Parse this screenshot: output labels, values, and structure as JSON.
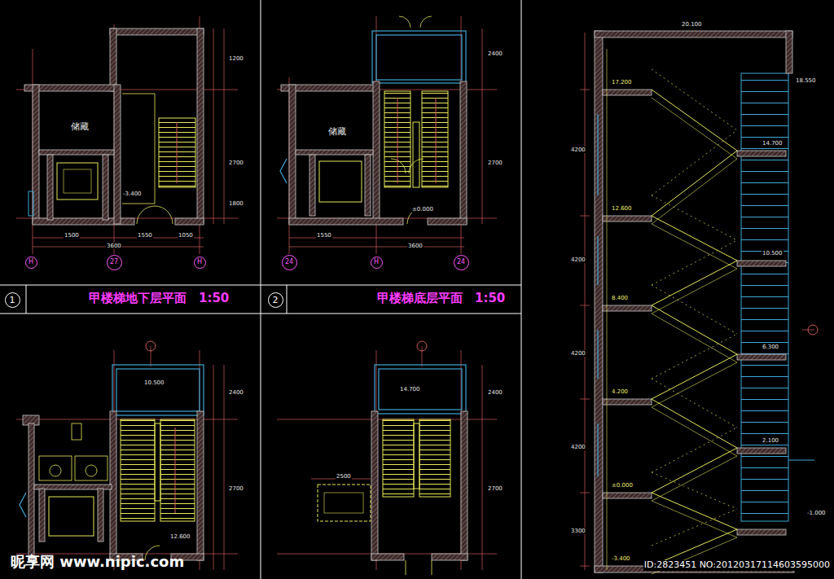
{
  "diagram": {
    "nodes": [
      {
        "text": [
          "1"
        ]
      },
      {
        "text": [
          "2"
        ]
      },
      {
        "text": [
          "H"
        ]
      },
      {
        "text": [
          "27"
        ]
      },
      {
        "text": [
          "H"
        ]
      },
      {
        "text": [
          "24"
        ]
      },
      {
        "text": [
          "H"
        ]
      },
      {
        "text": [
          "24"
        ]
      }
    ],
    "labels": [
      "甲楼梯地下层平面　1:50",
      "甲楼梯底层平面　1:50",
      "储藏",
      "储藏",
      "-3.400",
      "±0.000",
      "1500",
      "1550",
      "1050",
      "3600",
      "1550",
      "3600",
      "1200",
      "2700",
      "1800",
      "2400",
      "2700",
      "10.500",
      "14.700",
      "12.600",
      "2400",
      "2700",
      "2400",
      "2700",
      "20.100",
      "17.200",
      "12.600",
      "8.400",
      "4.200",
      "±0.000",
      "-3.400",
      "18.550",
      "14.700",
      "10.500",
      "6.300",
      "2.100",
      "-1.000",
      "4200",
      "4200",
      "4200",
      "4200",
      "3300",
      "2500",
      "昵享网 www.nipic.com",
      "ID:2823451 NO:20120317114603595000"
    ]
  }
}
